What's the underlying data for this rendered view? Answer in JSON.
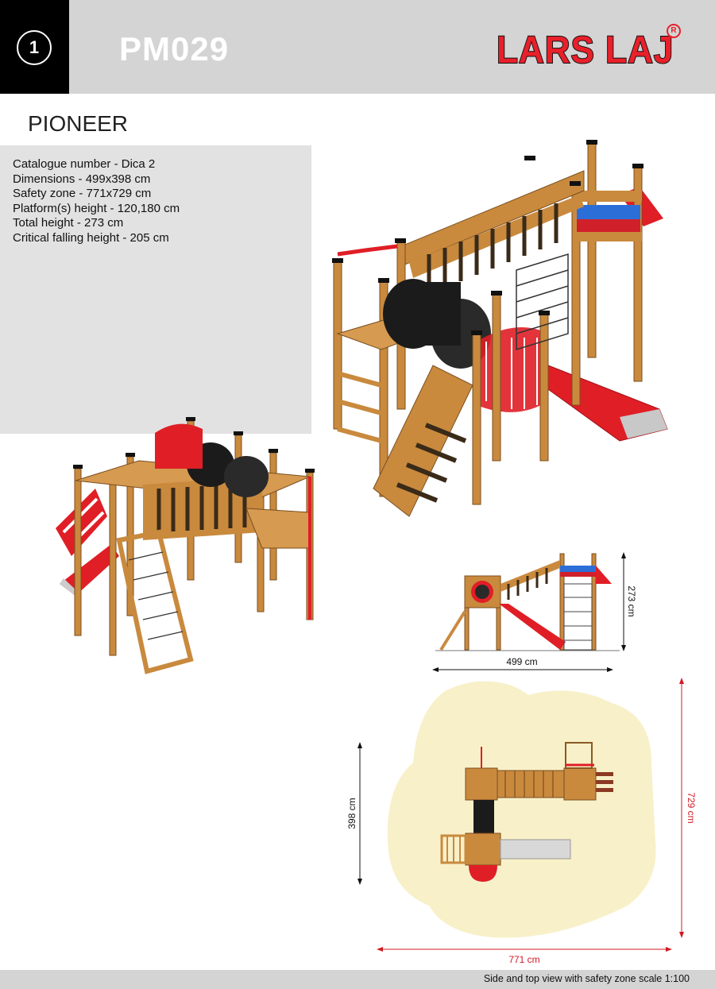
{
  "header": {
    "sheet_number": "1",
    "product_code": "PM029",
    "brand": "LARS LAJ",
    "registered_mark": "R"
  },
  "product_name": "PIONEER",
  "specs": [
    "Catalogue number - Dica 2",
    "Dimensions - 499x398 cm",
    "Safety zone - 771x729 cm",
    "Platform(s) height - 120,180 cm",
    "Total height - 273 cm",
    "Critical falling height - 205 cm"
  ],
  "side_view": {
    "height_label": "273 cm",
    "width_label": "499 cm"
  },
  "top_view": {
    "width_label": "771 cm",
    "depth_label": "398 cm",
    "zone_height_label": "729 cm"
  },
  "footer": {
    "caption": "Side and top view with safety zone scale 1:100"
  },
  "colors": {
    "brand_red": "#e8202a",
    "wood": "#c98a3e",
    "safety_zone": "#f8f0c8",
    "panel_grey": "#d4d4d4"
  }
}
